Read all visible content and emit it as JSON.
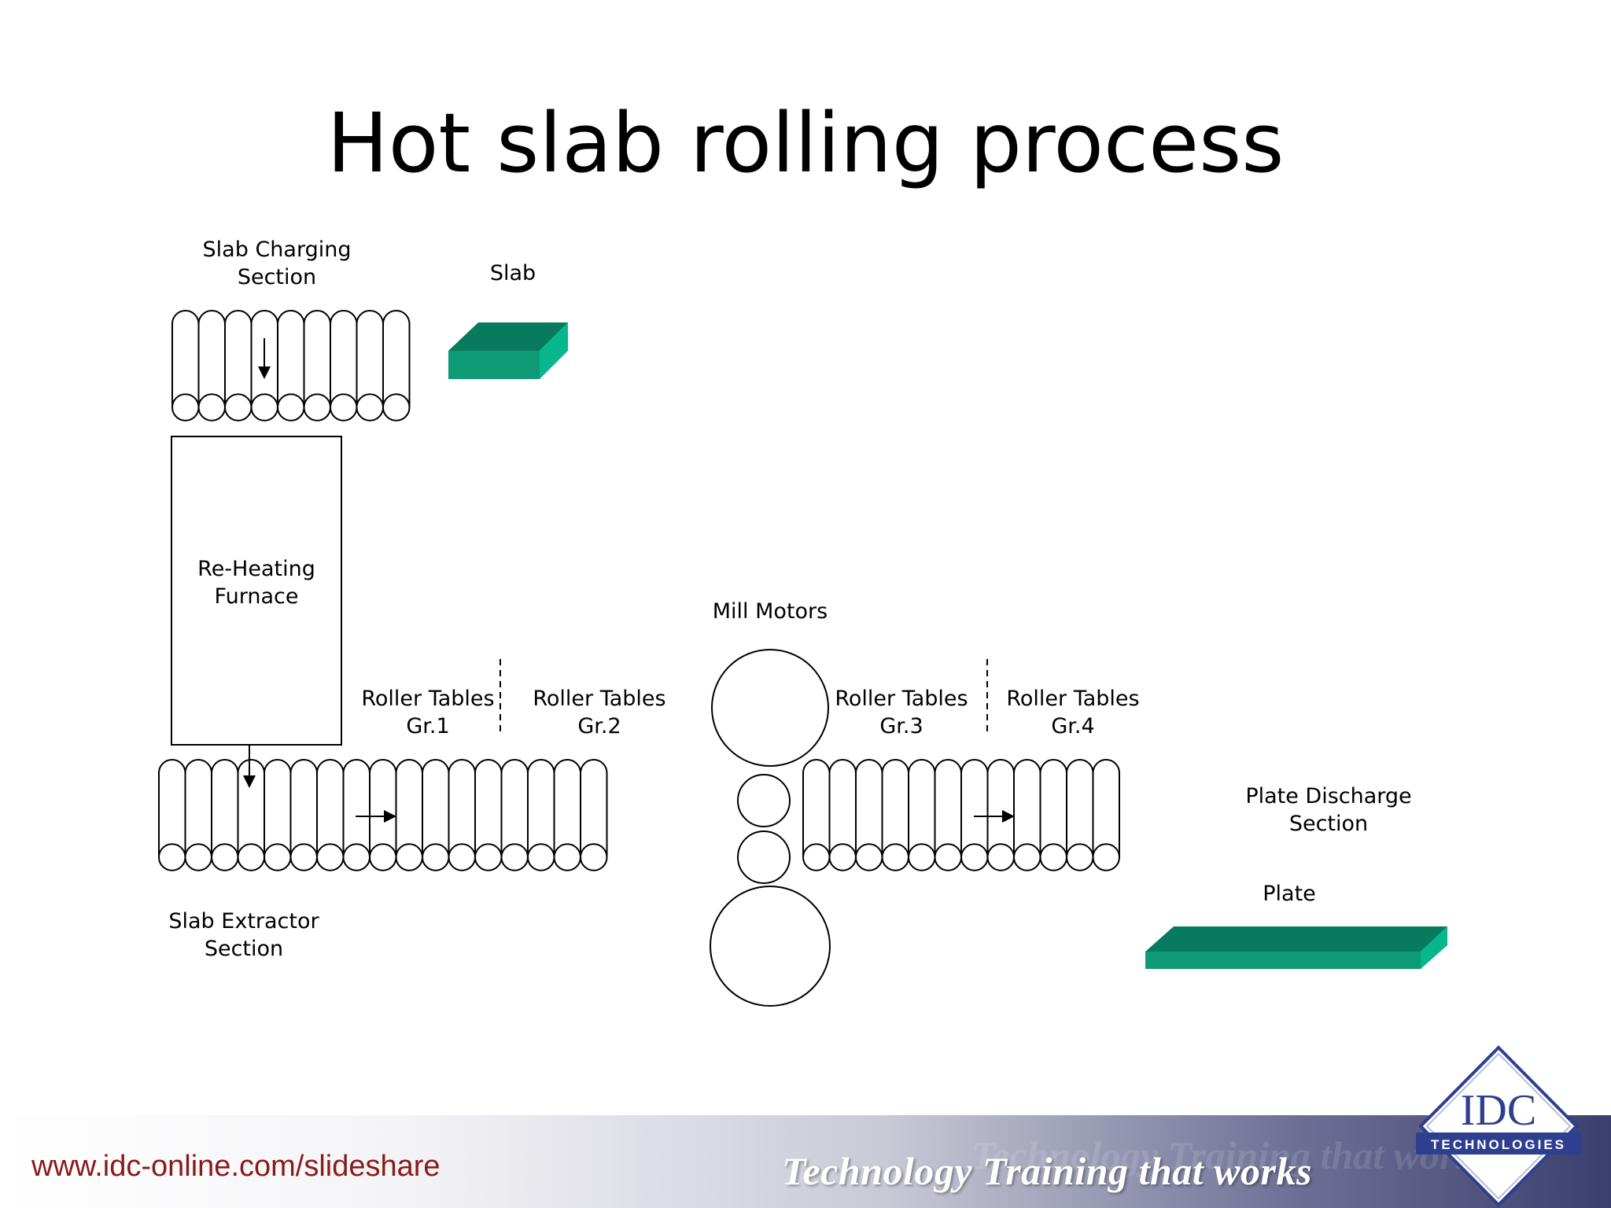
{
  "slide": {
    "title": "Hot slab rolling process"
  },
  "labels": {
    "slab_charging": [
      "Slab Charging",
      "Section"
    ],
    "slab": "Slab",
    "reheating": [
      "Re-Heating",
      "Furnace"
    ],
    "mill_motors": "Mill Motors",
    "rt1": [
      "Roller Tables",
      "Gr.1"
    ],
    "rt2": [
      "Roller Tables",
      "Gr.2"
    ],
    "rt3": [
      "Roller Tables",
      "Gr.3"
    ],
    "rt4": [
      "Roller Tables",
      "Gr.4"
    ],
    "plate_discharge": [
      "Plate Discharge",
      "Section"
    ],
    "plate": "Plate",
    "slab_extractor": [
      "Slab Extractor",
      "Section"
    ]
  },
  "footer": {
    "url": "www.idc-online.com/slideshare",
    "tagline": "Technology Training that works",
    "logo_main": "IDC",
    "logo_sub": "TECHNOLOGIES"
  },
  "colors": {
    "slab_top": "#087a5e",
    "slab_front": "#0d9a74",
    "slab_side": "#07b68a",
    "url": "#8b1a1a"
  }
}
